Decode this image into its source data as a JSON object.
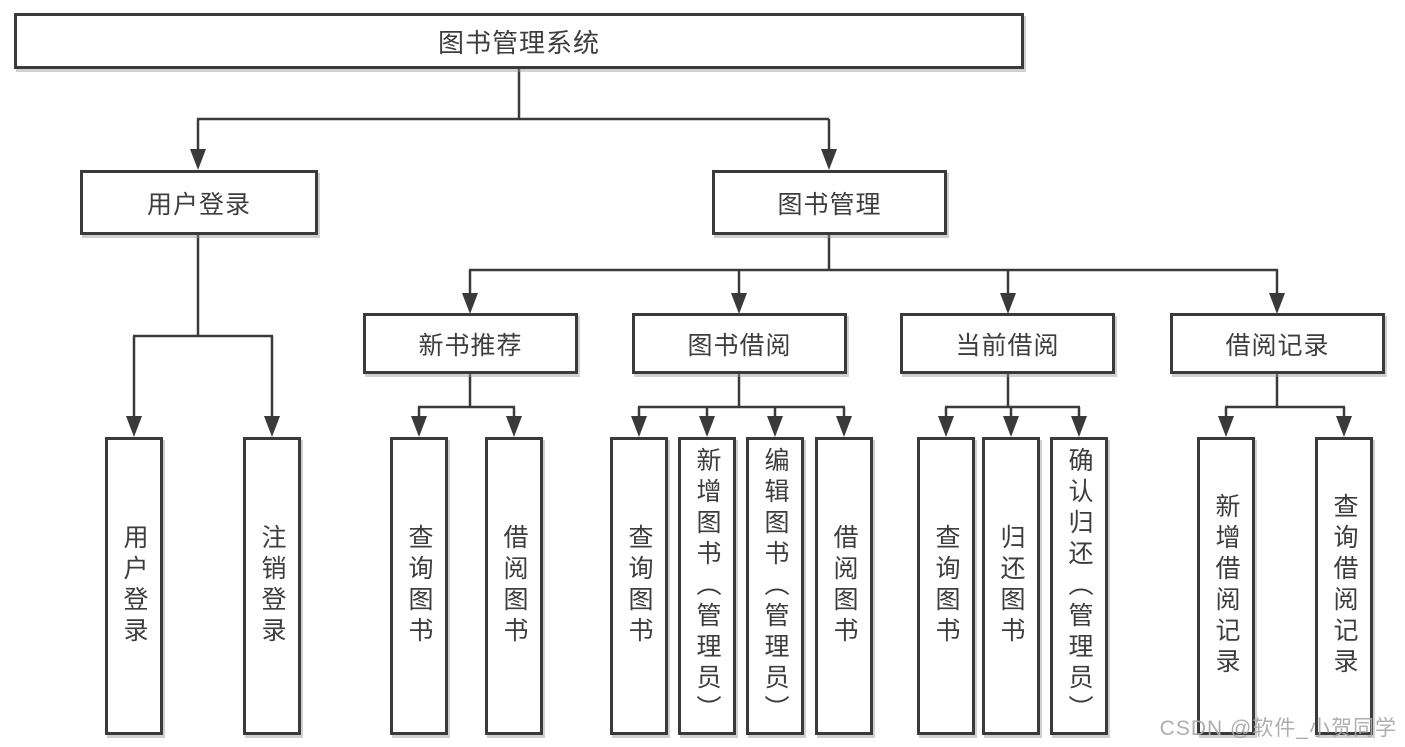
{
  "diagram": {
    "root": {
      "label": "图书管理系统"
    },
    "branches": [
      {
        "label": "用户登录",
        "children": [
          {
            "label": "用户登录"
          },
          {
            "label": "注销登录"
          }
        ]
      },
      {
        "label": "图书管理",
        "children": [
          {
            "label": "新书推荐",
            "children": [
              {
                "label": "查询图书"
              },
              {
                "label": "借阅图书"
              }
            ]
          },
          {
            "label": "图书借阅",
            "children": [
              {
                "label": "查询图书"
              },
              {
                "label": "新增图书（管理员）"
              },
              {
                "label": "编辑图书（管理员）"
              },
              {
                "label": "借阅图书"
              }
            ]
          },
          {
            "label": "当前借阅",
            "children": [
              {
                "label": "查询图书"
              },
              {
                "label": "归还图书"
              },
              {
                "label": "确认归还（管理员）"
              }
            ]
          },
          {
            "label": "借阅记录",
            "children": [
              {
                "label": "新增借阅记录"
              },
              {
                "label": "查询借阅记录"
              }
            ]
          }
        ]
      }
    ]
  },
  "watermark": "CSDN @软件_小贺同学",
  "colors": {
    "line": "#3a3a3a",
    "box_border": "#3a3a3a",
    "text": "#3d3d3d",
    "watermark": "#aaaaaa",
    "background": "#ffffff"
  }
}
